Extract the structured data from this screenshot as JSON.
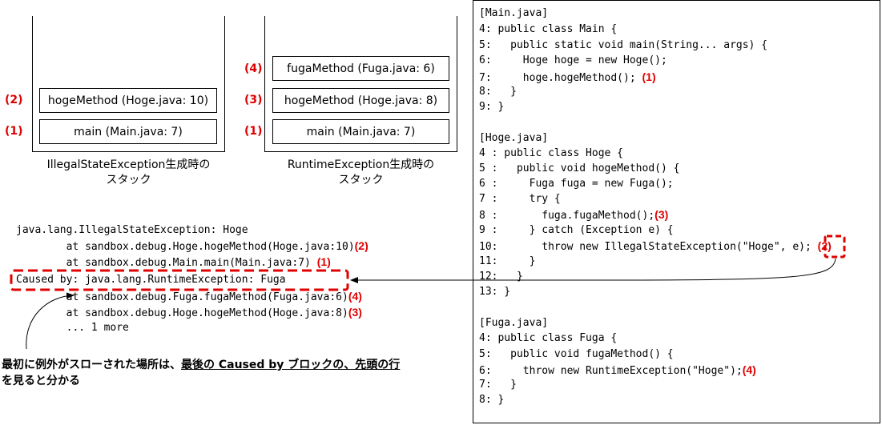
{
  "stack_left": {
    "frames": [
      {
        "label": "hogeMethod (Hoge.java: 10)",
        "marker": "(2)"
      },
      {
        "label": "main (Main.java: 7)",
        "marker": "(1)"
      }
    ],
    "caption_line1": "IllegalStateException生成時の",
    "caption_line2": "スタック"
  },
  "stack_right": {
    "frames": [
      {
        "label": "fugaMethod (Fuga.java: 6)",
        "marker": "(4)"
      },
      {
        "label": "hogeMethod (Hoge.java: 8)",
        "marker": "(3)"
      },
      {
        "label": "main (Main.java: 7)",
        "marker": "(1)"
      }
    ],
    "caption_line1": "RuntimeException生成時の",
    "caption_line2": "スタック"
  },
  "trace": {
    "lines": [
      {
        "text": "java.lang.IllegalStateException: Hoge",
        "marker": ""
      },
      {
        "text": "        at sandbox.debug.Hoge.hogeMethod(Hoge.java:10)",
        "marker": "(2)"
      },
      {
        "text": "        at sandbox.debug.Main.main(Main.java:7)",
        "marker": "(1)"
      },
      {
        "text": "Caused by: java.lang.RuntimeException: Fuga",
        "marker": ""
      },
      {
        "text": "        at sandbox.debug.Fuga.fugaMethod(Fuga.java:6)",
        "marker": "(4)"
      },
      {
        "text": "        at sandbox.debug.Hoge.hogeMethod(Hoge.java:8)",
        "marker": "(3)"
      },
      {
        "text": "        ... 1 more",
        "marker": ""
      }
    ]
  },
  "note": {
    "prefix": "最初に例外がスローされた場所は、",
    "underlined": "最後の Caused by ブロックの、先頭の行",
    "suffix": "を見ると分かる"
  },
  "code": {
    "main_header": "[Main.java]",
    "main_lines": [
      {
        "text": "4: public class Main {",
        "marker": ""
      },
      {
        "text": "5:   public static void main(String... args) {",
        "marker": ""
      },
      {
        "text": "6:     Hoge hoge = new Hoge();",
        "marker": ""
      },
      {
        "text": "7:     hoge.hogeMethod();",
        "marker": "(1)"
      },
      {
        "text": "8:   }",
        "marker": ""
      },
      {
        "text": "9: }",
        "marker": ""
      }
    ],
    "hoge_header": "[Hoge.java]",
    "hoge_lines": [
      {
        "text": "4 : public class Hoge {",
        "marker": ""
      },
      {
        "text": "5 :   public void hogeMethod() {",
        "marker": ""
      },
      {
        "text": "6 :     Fuga fuga = new Fuga();",
        "marker": ""
      },
      {
        "text": "7 :     try {",
        "marker": ""
      },
      {
        "text": "8 :       fuga.fugaMethod();",
        "marker": "(3)"
      },
      {
        "text": "9 :     } catch (Exception e) {",
        "marker": ""
      },
      {
        "text": "10:       throw new IllegalStateException(\"Hoge\", e);",
        "marker": "(2)"
      },
      {
        "text": "11:     }",
        "marker": ""
      },
      {
        "text": "12:   }",
        "marker": ""
      },
      {
        "text": "13: }",
        "marker": ""
      }
    ],
    "fuga_header": "[Fuga.java]",
    "fuga_lines": [
      {
        "text": "4: public class Fuga {",
        "marker": ""
      },
      {
        "text": "5:   public void fugaMethod() {",
        "marker": ""
      },
      {
        "text": "6:     throw new RuntimeException(\"Hoge\");",
        "marker": "(4)"
      },
      {
        "text": "7:   }",
        "marker": ""
      },
      {
        "text": "8: }",
        "marker": ""
      }
    ]
  },
  "colors": {
    "marker": "#e00000",
    "line": "#000000"
  }
}
